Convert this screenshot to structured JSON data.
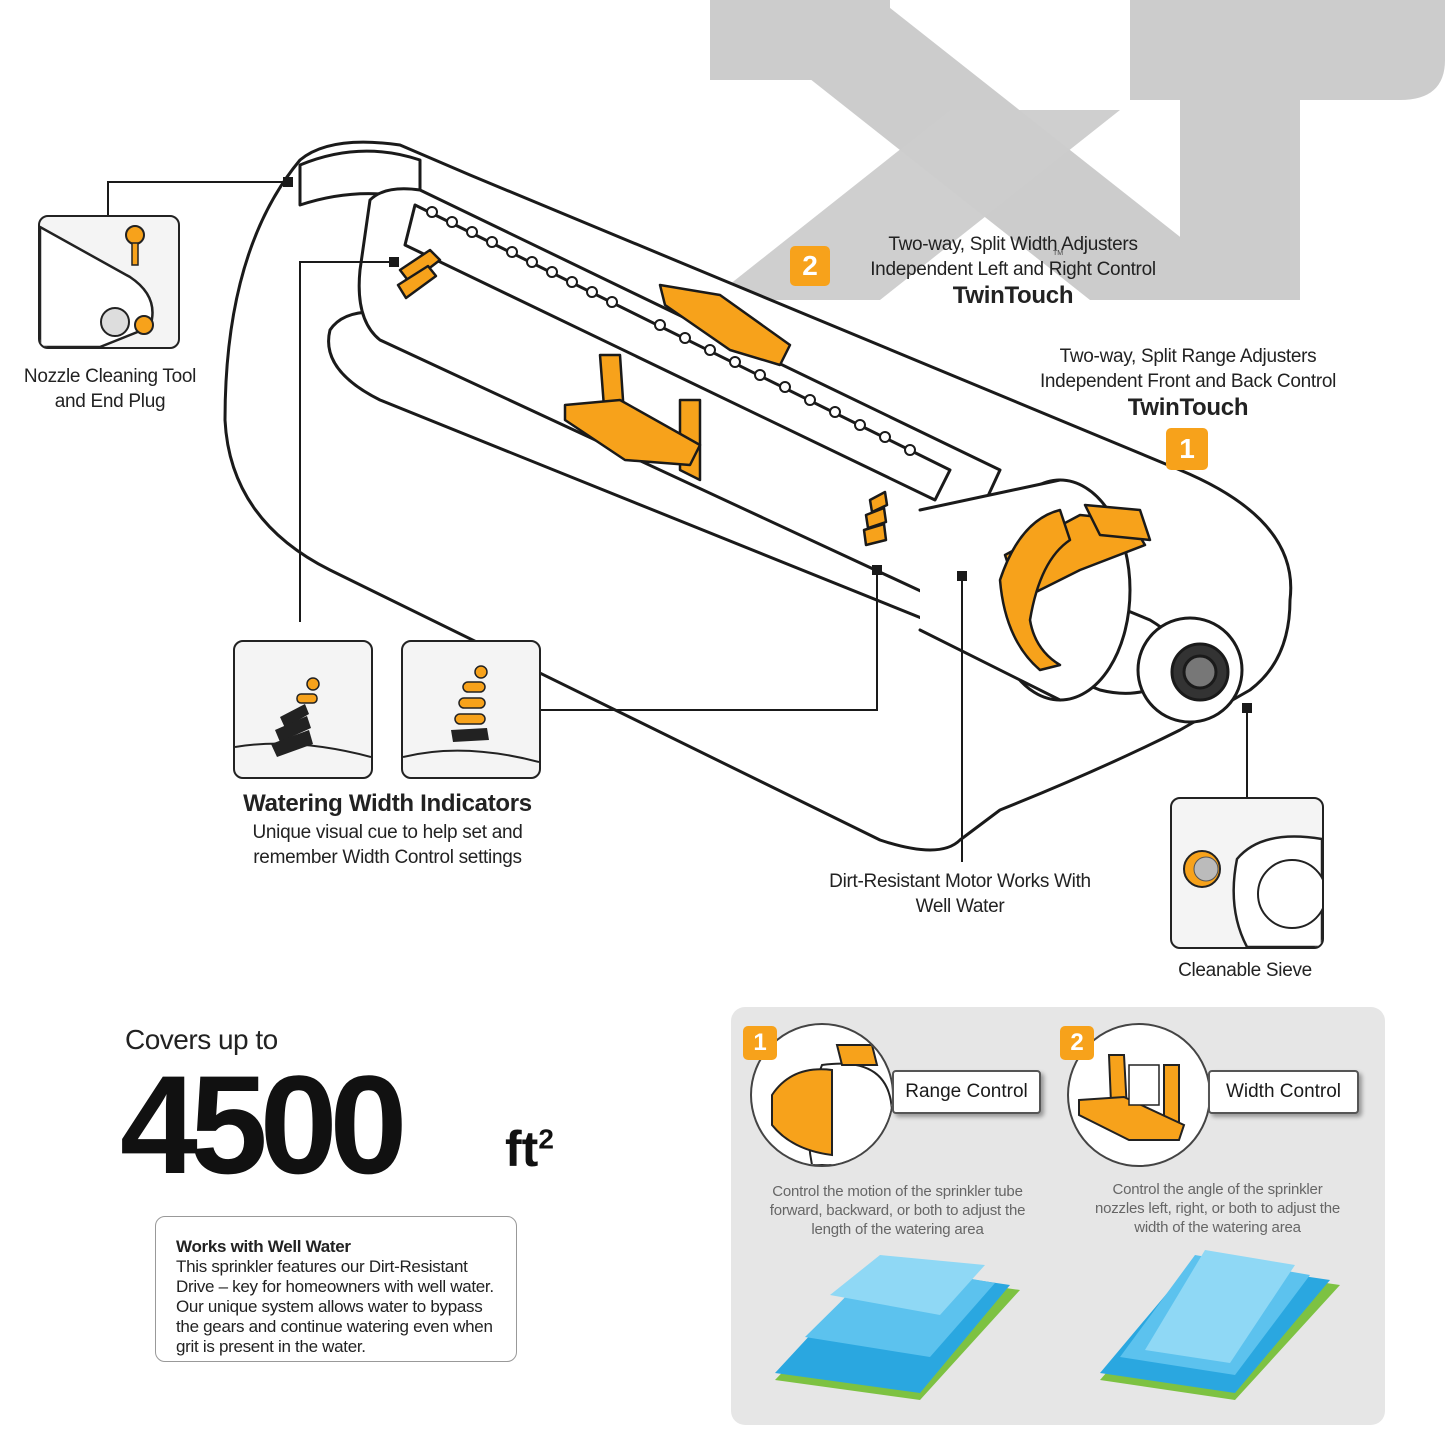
{
  "brand_mark": {
    "letters": "XT",
    "color": "#cccccc"
  },
  "colors": {
    "accent": "#f7a21b",
    "outline": "#1a1a1a",
    "panel": "#e6e6e6",
    "water_blue": "#2aa7e0",
    "grass_green": "#7dc242"
  },
  "callouts": {
    "nozzle_tool": {
      "line1": "Nozzle Cleaning Tool",
      "line2": "and End Plug"
    },
    "width_adjusters": {
      "badge": "2",
      "line1": "Two-way, Split Width Adjusters",
      "line2": "Independent Left and Right Control",
      "tm": "TM",
      "brand": "TwinTouch"
    },
    "range_adjusters": {
      "badge": "1",
      "line1": "Two-way, Split Range Adjusters",
      "line2": "Independent Front and Back Control",
      "brand": "TwinTouch"
    },
    "width_indicators": {
      "title": "Watering Width Indicators",
      "line1": "Unique visual cue to help set  and",
      "line2": "remember Width Control settings"
    },
    "motor": {
      "line1": "Dirt-Resistant Motor Works With",
      "line2": "Well Water"
    },
    "sieve": {
      "label": "Cleanable Sieve"
    }
  },
  "coverage": {
    "prefix": "Covers up to",
    "value": "4500",
    "unit": "ft",
    "exponent": "2"
  },
  "well_water": {
    "title": "Works with Well Water",
    "lines": [
      "This sprinkler features our Dirt-Resistant",
      "Drive – key for homeowners with well water.",
      "Our unique system allows water to bypass",
      "the gears and continue watering even when",
      "grit is present in the water."
    ]
  },
  "controls": {
    "range": {
      "badge": "1",
      "label": "Range Control",
      "desc": [
        "Control the motion of the sprinkler tube",
        "forward, backward, or both to adjust the",
        "length of the watering area"
      ]
    },
    "width": {
      "badge": "2",
      "label": "Width Control",
      "desc": [
        "Control the angle of the sprinkler",
        "nozzles left, right, or both to adjust the",
        "width of the watering area"
      ]
    }
  }
}
